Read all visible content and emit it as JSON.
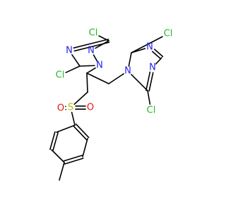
{
  "colors": {
    "bond": "#000000",
    "N": "#2222ee",
    "Cl": "#22bb22",
    "S": "#bbbb00",
    "O": "#ee1111"
  },
  "atoms": [
    {
      "id": "cl1",
      "label": "Cl",
      "element": "Cl"
    },
    {
      "id": "cl2",
      "label": "Cl",
      "element": "Cl"
    },
    {
      "id": "cl3",
      "label": "Cl",
      "element": "Cl"
    },
    {
      "id": "cl4",
      "label": "Cl",
      "element": "Cl"
    },
    {
      "id": "n1",
      "label": "N",
      "element": "N"
    },
    {
      "id": "n2",
      "label": "N",
      "element": "N"
    },
    {
      "id": "n3",
      "label": "N",
      "element": "N"
    },
    {
      "id": "n4",
      "label": "N",
      "element": "N"
    },
    {
      "id": "n5",
      "label": "N",
      "element": "N"
    },
    {
      "id": "n6",
      "label": "N",
      "element": "N"
    },
    {
      "id": "s1",
      "label": "S",
      "element": "S"
    },
    {
      "id": "o1",
      "label": "O",
      "element": "O"
    },
    {
      "id": "o2",
      "label": "O",
      "element": "O"
    }
  ]
}
